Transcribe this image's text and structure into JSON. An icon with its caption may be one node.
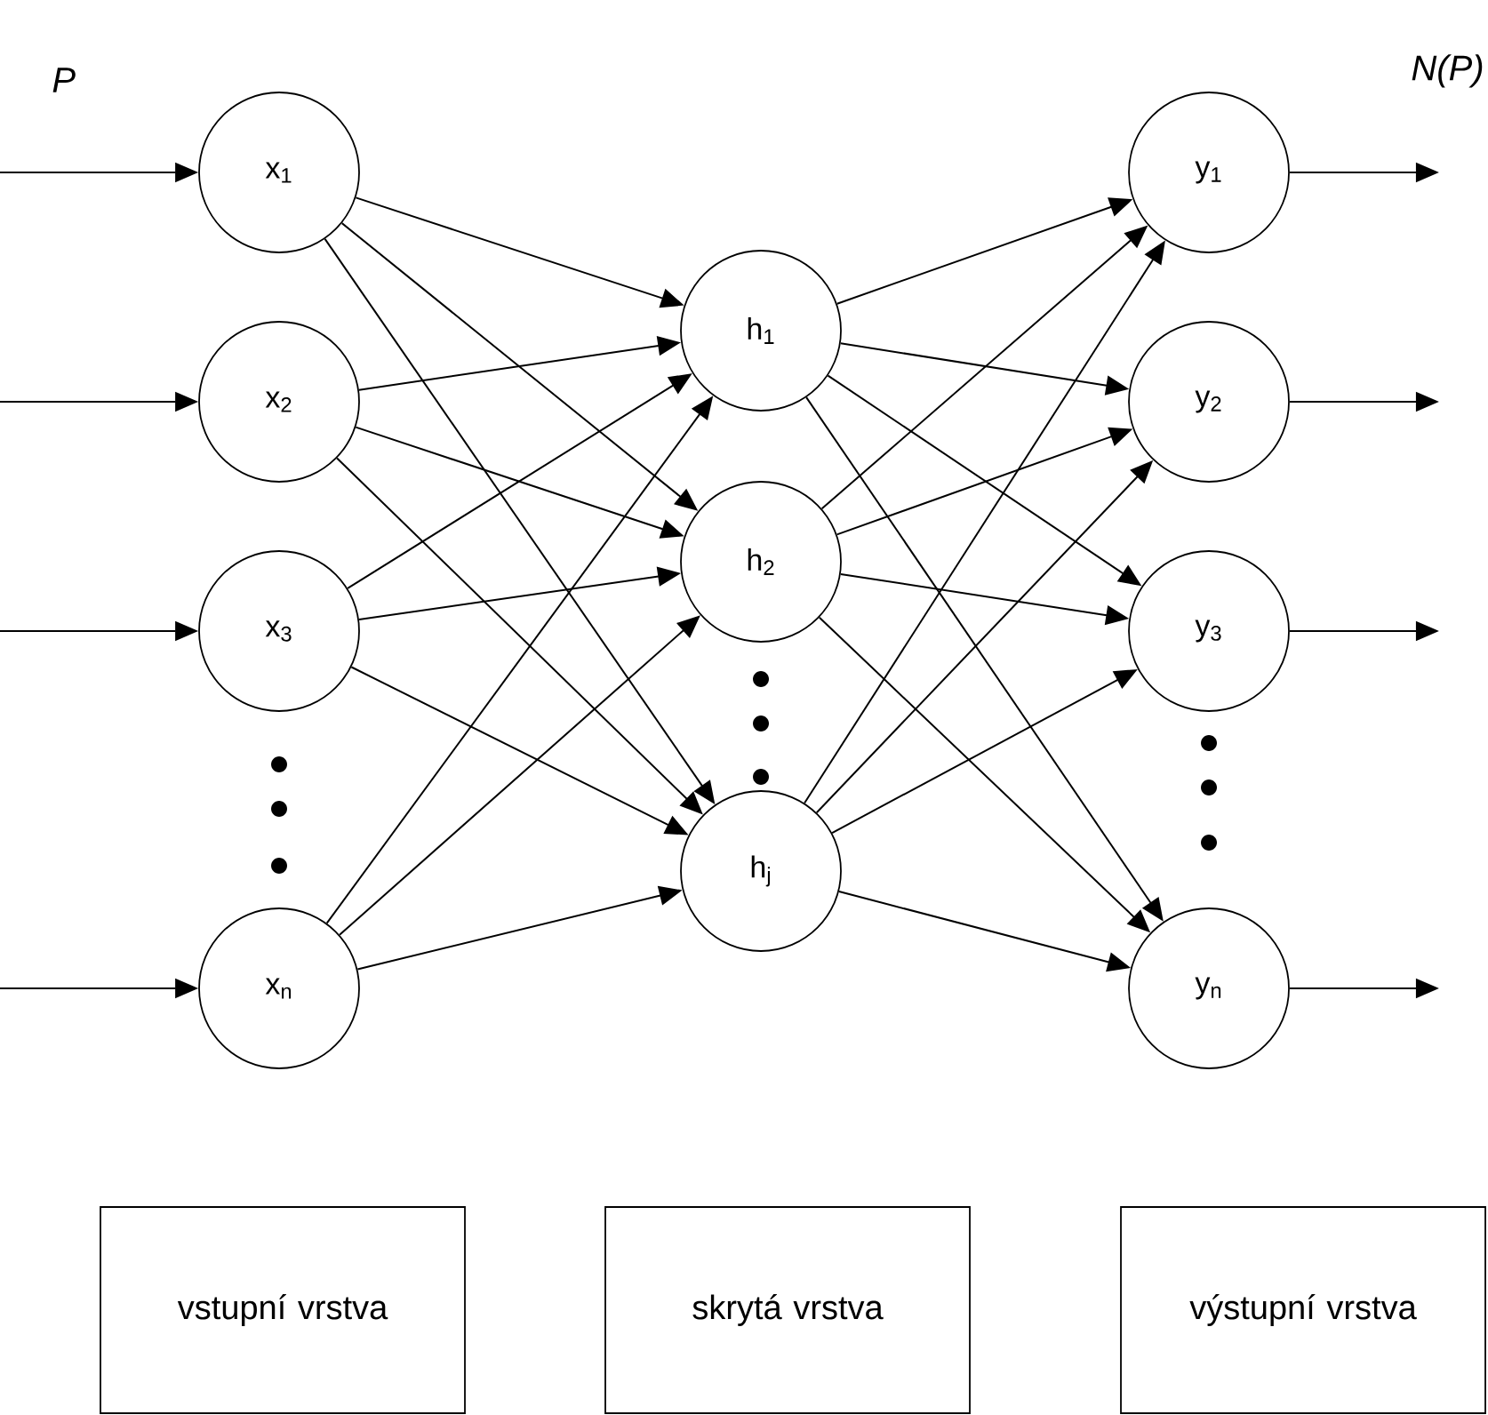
{
  "diagram": {
    "nodes": [
      {
        "text": [
          "x$_{1}$"
        ]
      },
      {
        "text": [
          "x$_{2}$"
        ]
      },
      {
        "text": [
          "x$_{3}$"
        ]
      },
      {
        "text": [
          "x$_{n}$"
        ]
      },
      {
        "text": [
          "h$_{1}$"
        ]
      },
      {
        "text": [
          "h$_{2}$"
        ]
      },
      {
        "text": [
          "h$_{j}$"
        ]
      },
      {
        "text": [
          "y$_{1}$"
        ]
      },
      {
        "text": [
          "y$_{2}$"
        ]
      },
      {
        "text": [
          "y$_{3}$"
        ]
      },
      {
        "text": [
          "y$_{n}$"
        ]
      },
      {
        "text": [
          "vstupní vrstva"
        ]
      },
      {
        "text": [
          "skrytá vrstva"
        ]
      },
      {
        "text": [
          "výstupní vrstva"
        ]
      }
    ],
    "edges": [
      {
        "from": null,
        "to": 0,
        "arrow": "to"
      },
      {
        "from": null,
        "to": 1,
        "arrow": "to"
      },
      {
        "from": null,
        "to": 2,
        "arrow": "to"
      },
      {
        "from": null,
        "to": 3,
        "arrow": "to"
      },
      {
        "from": 0,
        "to": 4,
        "arrow": "to"
      },
      {
        "from": 0,
        "to": 5,
        "arrow": "to"
      },
      {
        "from": 0,
        "to": 6,
        "arrow": "to"
      },
      {
        "from": 1,
        "to": 4,
        "arrow": "to"
      },
      {
        "from": 1,
        "to": 5,
        "arrow": "to"
      },
      {
        "from": 1,
        "to": 6,
        "arrow": "to"
      },
      {
        "from": 2,
        "to": 4,
        "arrow": "to"
      },
      {
        "from": 2,
        "to": 5,
        "arrow": "to"
      },
      {
        "from": 2,
        "to": 6,
        "arrow": "to"
      },
      {
        "from": 3,
        "to": 4,
        "arrow": "to"
      },
      {
        "from": 3,
        "to": 5,
        "arrow": "to"
      },
      {
        "from": 3,
        "to": 6,
        "arrow": "to"
      },
      {
        "from": 4,
        "to": 7,
        "arrow": "to"
      },
      {
        "from": 4,
        "to": 8,
        "arrow": "to"
      },
      {
        "from": 4,
        "to": 9,
        "arrow": "to"
      },
      {
        "from": 4,
        "to": 10,
        "arrow": "to"
      },
      {
        "from": 5,
        "to": 7,
        "arrow": "to"
      },
      {
        "from": 5,
        "to": 8,
        "arrow": "to"
      },
      {
        "from": 5,
        "to": 9,
        "arrow": "to"
      },
      {
        "from": 5,
        "to": 10,
        "arrow": "to"
      },
      {
        "from": 6,
        "to": 7,
        "arrow": "to"
      },
      {
        "from": 6,
        "to": 8,
        "arrow": "to"
      },
      {
        "from": 6,
        "to": 9,
        "arrow": "to"
      },
      {
        "from": 6,
        "to": 10,
        "arrow": "to"
      },
      {
        "from": 7,
        "to": null,
        "arrow": "to"
      },
      {
        "from": 8,
        "to": null,
        "arrow": "to"
      },
      {
        "from": 9,
        "to": null,
        "arrow": "to"
      },
      {
        "from": 10,
        "to": null,
        "arrow": "to"
      }
    ],
    "labels": [
      "P",
      "N(P)"
    ]
  }
}
